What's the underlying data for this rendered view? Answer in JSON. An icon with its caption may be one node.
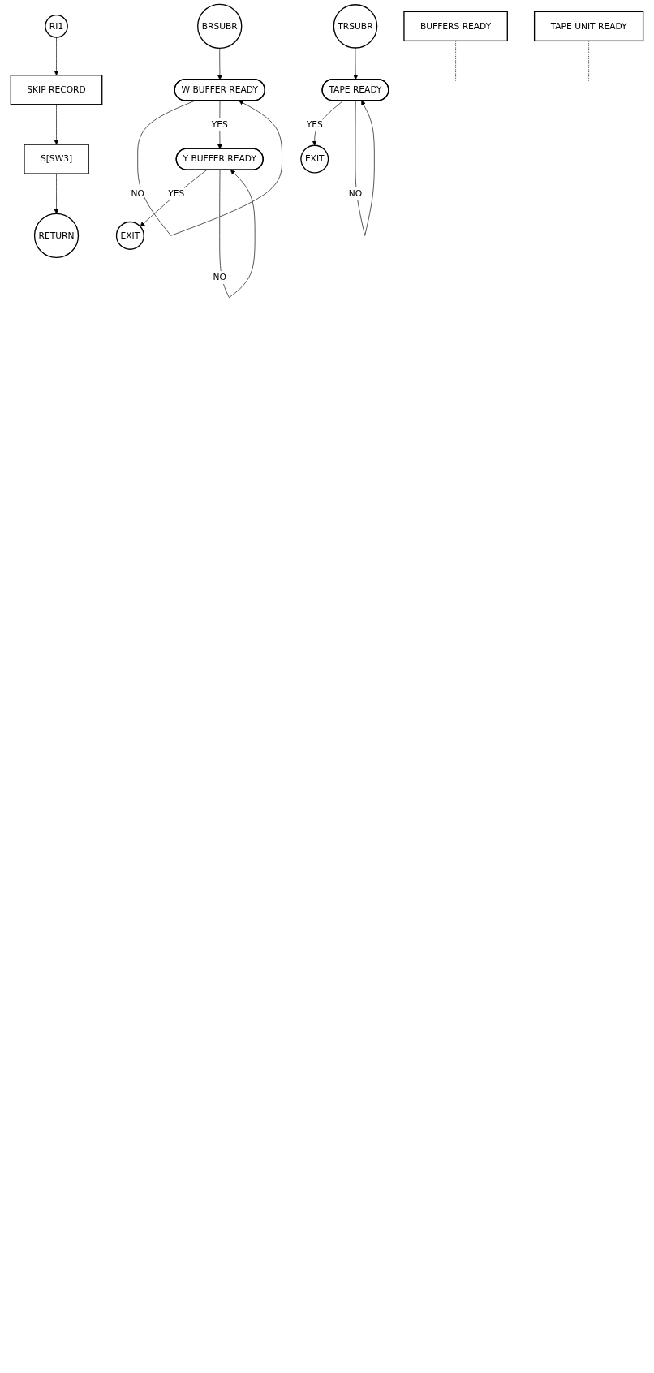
{
  "diagram": {
    "nodes": [
      {
        "text": [
          "RI1"
        ]
      },
      {
        "text": [
          "SKIP RECORD"
        ]
      },
      {
        "text": [
          "S[SW3]"
        ]
      },
      {
        "text": [
          "RETURN"
        ]
      },
      {
        "text": [
          "BRSUBR"
        ]
      },
      {
        "text": [
          "BUFFERS READY"
        ]
      },
      {
        "text": [
          "W BUFFER READY"
        ]
      },
      {
        "text": [
          "Y BUFFER READY"
        ]
      },
      {
        "text": [
          "EXIT"
        ]
      },
      {
        "text": [
          "TRSUBR"
        ]
      },
      {
        "text": [
          "TAPE UNIT READY"
        ]
      },
      {
        "text": [
          "TAPE READY"
        ]
      },
      {
        "text": [
          "EXIT"
        ]
      }
    ],
    "edges": [
      {
        "from": 0,
        "to": 1,
        "arrow": "to"
      },
      {
        "from": 1,
        "to": 2,
        "arrow": "to"
      },
      {
        "from": 2,
        "to": 3,
        "arrow": "to"
      },
      {
        "from": 4,
        "to": 6,
        "arrow": "to"
      },
      {
        "from": 5,
        "to": null,
        "arrow": "none",
        "style": "dashed"
      },
      {
        "from": 6,
        "to": 6,
        "label": "NO",
        "arrow": "to"
      },
      {
        "from": 6,
        "to": 7,
        "label": "YES",
        "arrow": "to"
      },
      {
        "from": 7,
        "to": 8,
        "label": "YES",
        "arrow": "to"
      },
      {
        "from": 7,
        "to": 7,
        "label": "NO",
        "arrow": "to"
      },
      {
        "from": 9,
        "to": 11,
        "arrow": "to"
      },
      {
        "from": 10,
        "to": null,
        "arrow": "none",
        "style": "dashed"
      },
      {
        "from": 11,
        "to": 12,
        "label": "YES",
        "arrow": "to"
      },
      {
        "from": 11,
        "to": 11,
        "label": "NO",
        "arrow": "to"
      }
    ]
  }
}
